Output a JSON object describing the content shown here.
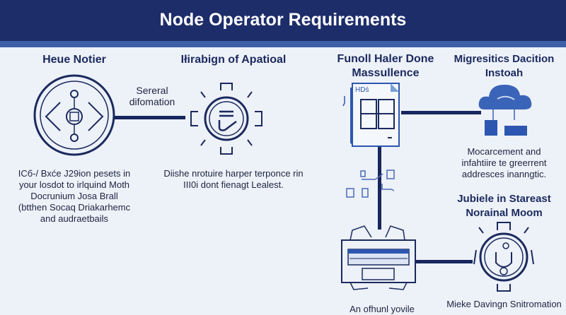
{
  "header": {
    "title": "Node Operator Requirements"
  },
  "sections": [
    {
      "heading": "Heue Notier",
      "body": [
        "ICб-/ Bxće J29ion pesets in",
        "your losdot to irlquind Moth",
        "Docrunium Josa Brall",
        "(btthen Socaq Driakarhemc",
        "and audraetbails"
      ]
    },
    {
      "heading": "Iłirabign of Apatioal",
      "body": [
        "Diishe nrotuire harper terponce rin",
        "III0i dont fienagt Lealest."
      ]
    },
    {
      "heading": [
        "Funoll Haler Done",
        "Massullence"
      ],
      "doc_label": "HDś"
    },
    {
      "heading": [
        "Migresitics Dacition",
        "Instoah"
      ],
      "body": [
        "Mocarcement and",
        "infahtiire te greerrent",
        "addresces inanngtic."
      ]
    },
    {
      "heading": [
        "Jubiele in Stareast",
        "Norainal Moom"
      ],
      "caption": "Mieke Davingn Snitromation"
    },
    {
      "caption": "An ofhunl yovile"
    }
  ],
  "connector_label": [
    "Sereral",
    "difomation"
  ]
}
